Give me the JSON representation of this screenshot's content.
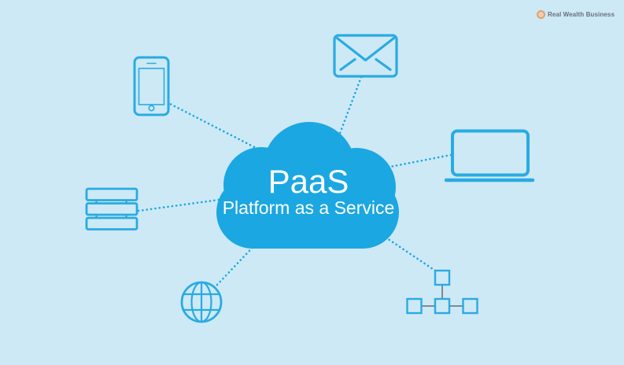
{
  "canvas": {
    "background": "#CDE9F6"
  },
  "brand": {
    "name": "Real Wealth Business",
    "icon": "coin-swirl-icon",
    "icon_color": "#E9935A",
    "text_color": "#565C63"
  },
  "cloud": {
    "title": "PaaS",
    "subtitle": "Platform as a Service",
    "fill": "#1BA7E1",
    "text_color": "#FFFFFF"
  },
  "icons": [
    {
      "name": "smartphone-icon",
      "position": "top-left"
    },
    {
      "name": "email-envelope-icon",
      "position": "top-center"
    },
    {
      "name": "laptop-icon",
      "position": "right"
    },
    {
      "name": "server-stack-icon",
      "position": "left"
    },
    {
      "name": "globe-icon",
      "position": "bottom-left"
    },
    {
      "name": "network-nodes-icon",
      "position": "bottom-right"
    }
  ],
  "style": {
    "accent": "#29ABE2",
    "dotted_line_color": "#1BA7E1",
    "connector_gray": "#7D8A94"
  }
}
